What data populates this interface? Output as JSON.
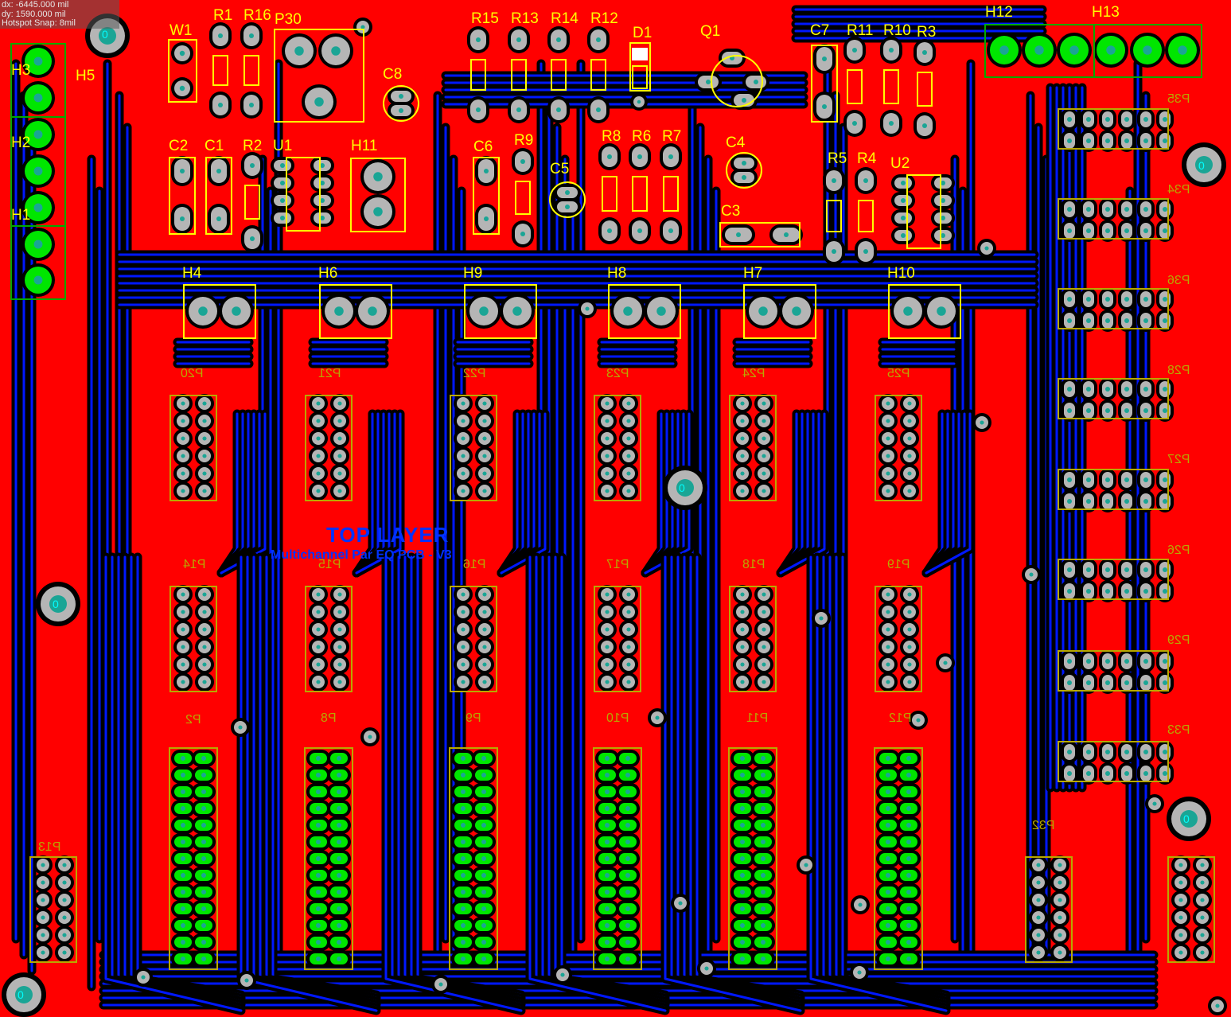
{
  "hud": {
    "dx": "dx: -6445.000 mil",
    "dy": "dy: 1590.000 mil",
    "snap": "Hotspot Snap: 8mil"
  },
  "silk": {
    "top_layer": "TOP LAYER",
    "board_name": "Multichannel Par EQ PCB - V3"
  },
  "colors": {
    "board": "#ff0000",
    "bottom_copper": "#0018ff",
    "pad": "#b5b5b5",
    "drill": "#1aa595",
    "silkscreen": "#ffff00",
    "highlight_pad": "#00e600",
    "outline": "#00aa00"
  },
  "designators": {
    "W1": "W1",
    "R1": "R1",
    "R16": "R16",
    "P30": "P30",
    "R15": "R15",
    "R13": "R13",
    "R14": "R14",
    "R12": "R12",
    "D1": "D1",
    "Q1": "Q1",
    "C7": "C7",
    "R11": "R11",
    "R10": "R10",
    "R3": "R3",
    "H12": "H12",
    "H13": "H13",
    "H3": "H3",
    "H5": "H5",
    "H2": "H2",
    "H1": "H1",
    "C8": "C8",
    "C2": "C2",
    "C1": "C1",
    "R2": "R2",
    "U1": "U1",
    "H11": "H11",
    "C6": "C6",
    "R9": "R9",
    "C5": "C5",
    "R8": "R8",
    "R6": "R6",
    "R7": "R7",
    "C4": "C4",
    "R5": "R5",
    "R4": "R4",
    "U2": "U2",
    "C3": "C3",
    "H4": "H4",
    "H6": "H6",
    "H9": "H9",
    "H8": "H8",
    "H7": "H7",
    "H10": "H10"
  },
  "mirrored_designators": {
    "P20": "P20",
    "P21": "P21",
    "P22": "P22",
    "P23": "P23",
    "P24": "P24",
    "P25": "P25",
    "P14": "P14",
    "P15": "P15",
    "P16": "P16",
    "P17": "P17",
    "P18": "P18",
    "P19": "P19",
    "P2": "P2",
    "P8": "P8",
    "P9": "P9",
    "P10": "P10",
    "P11": "P11",
    "P12": "P12",
    "P13": "P13",
    "P32": "P32",
    "P35": "P35",
    "P34": "P34",
    "P36": "P36",
    "P28": "P28",
    "P27": "P27",
    "P26": "P26",
    "P29": "P29",
    "P33": "P33"
  },
  "mounting_hole_label": "0"
}
